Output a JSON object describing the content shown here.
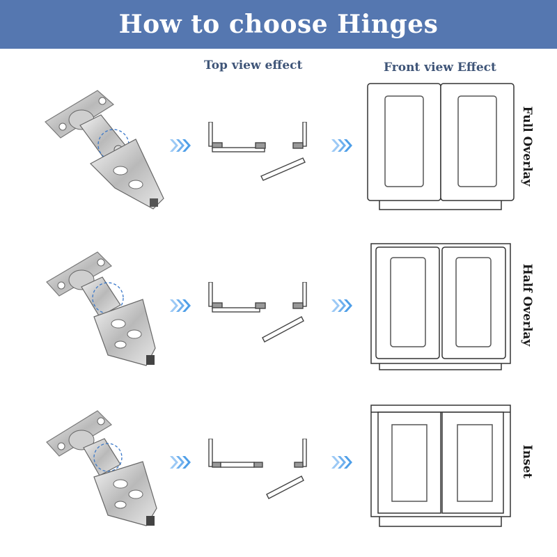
{
  "header": {
    "title": "How to choose Hinges"
  },
  "columns": {
    "top_view": "Top view effect",
    "front_view": "Front view Effect"
  },
  "rows": [
    {
      "label": "Full Overlay"
    },
    {
      "label": "Half Overlay"
    },
    {
      "label": "Inset"
    }
  ],
  "colors": {
    "banner": "#5577b0",
    "heading_text": "#3f5578",
    "arrow": "#4f9fe8",
    "line": "#333333"
  },
  "icons": [
    "hinge-image",
    "arrow-icon",
    "top-view-diagram",
    "cabinet-front-diagram"
  ]
}
